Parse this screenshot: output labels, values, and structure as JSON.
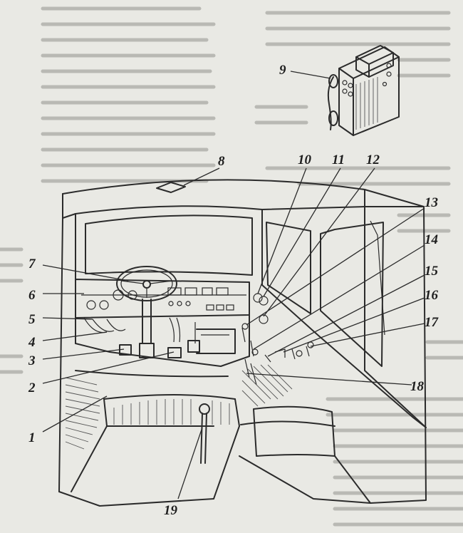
{
  "callouts": [
    {
      "id": "1",
      "text": "1"
    },
    {
      "id": "2",
      "text": "2"
    },
    {
      "id": "3",
      "text": "3"
    },
    {
      "id": "4",
      "text": "4"
    },
    {
      "id": "5",
      "text": "5"
    },
    {
      "id": "6",
      "text": "6"
    },
    {
      "id": "7",
      "text": "7"
    },
    {
      "id": "8",
      "text": "8"
    },
    {
      "id": "9",
      "text": "9"
    },
    {
      "id": "10",
      "text": "10"
    },
    {
      "id": "11",
      "text": "11"
    },
    {
      "id": "12",
      "text": "12"
    },
    {
      "id": "13",
      "text": "13"
    },
    {
      "id": "14",
      "text": "14"
    },
    {
      "id": "15",
      "text": "15"
    },
    {
      "id": "16",
      "text": "16"
    },
    {
      "id": "17",
      "text": "17"
    },
    {
      "id": "18",
      "text": "18"
    },
    {
      "id": "19",
      "text": "19"
    }
  ],
  "colors": {
    "paper": "#e9e9e4",
    "ink": "#2b2b2b",
    "show_through_text": "#b9b9b4"
  }
}
